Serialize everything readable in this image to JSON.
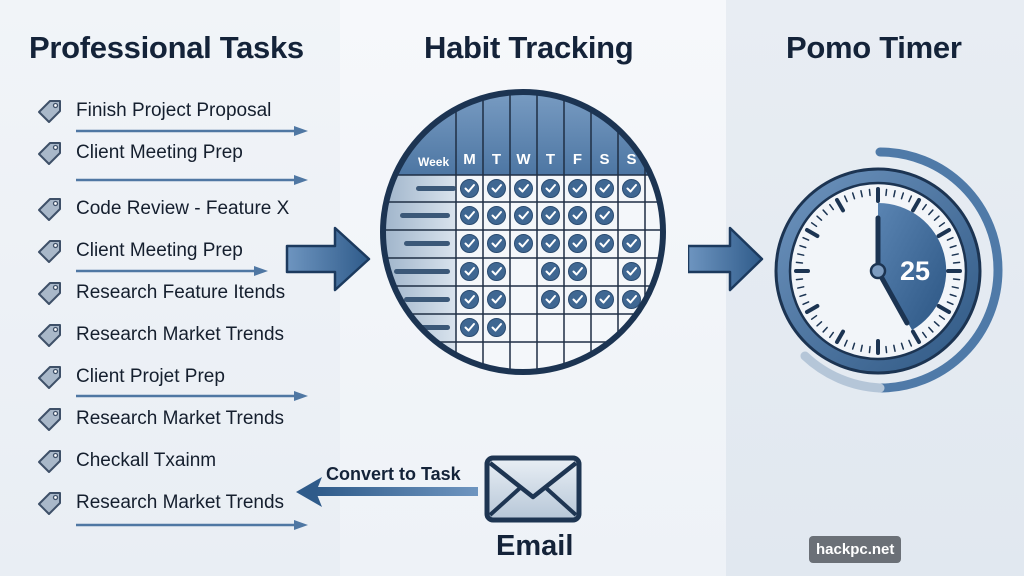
{
  "headings": {
    "tasks": "Professional Tasks",
    "habits": "Habit Tracking",
    "timer": "Pomo Timer"
  },
  "tasks": [
    {
      "label": "Finish Project Proposal",
      "icon": "tag-icon",
      "arrow_below": true,
      "arrow_length": "long"
    },
    {
      "label": "Client Meeting Prep",
      "icon": "tag-icon",
      "arrow_below": true,
      "arrow_length": "long"
    },
    {
      "label": "Code Review - Feature X",
      "icon": "tag-icon",
      "arrow_below": false
    },
    {
      "label": "Client Meeting Prep",
      "icon": "tag-icon",
      "arrow_below": true,
      "arrow_length": "short"
    },
    {
      "label": "Research Feature Itends",
      "icon": "tag-icon",
      "arrow_below": false
    },
    {
      "label": "Research Market Trends",
      "icon": "tag-icon",
      "arrow_below": false
    },
    {
      "label": "Client Projet Prep",
      "icon": "tag-icon",
      "arrow_below": true,
      "arrow_length": "long"
    },
    {
      "label": "Research Market Trends",
      "icon": "tag-icon",
      "arrow_below": false
    },
    {
      "label": "Checkall Txainm",
      "icon": "tag-icon",
      "arrow_below": false
    },
    {
      "label": "Research Market Trends",
      "icon": "tag-icon",
      "arrow_below": true,
      "arrow_length": "long"
    }
  ],
  "habit_grid": {
    "corner_label": "Week",
    "days": [
      "M",
      "T",
      "W",
      "T",
      "F",
      "S",
      "S"
    ],
    "rows": [
      [
        1,
        1,
        1,
        1,
        1,
        1,
        1
      ],
      [
        1,
        1,
        1,
        1,
        1,
        1,
        0
      ],
      [
        1,
        1,
        1,
        1,
        1,
        1,
        1
      ],
      [
        1,
        1,
        0,
        1,
        1,
        0,
        1
      ],
      [
        1,
        1,
        0,
        1,
        1,
        1,
        1
      ],
      [
        1,
        1,
        0,
        0,
        0,
        0,
        0
      ],
      [
        0,
        0,
        0,
        0,
        0,
        0,
        0
      ]
    ]
  },
  "timer": {
    "value": "25",
    "unit_hint": "minutes"
  },
  "email": {
    "label": "Email",
    "action_label": "Convert to Task",
    "icon": "envelope-icon"
  },
  "watermark": "hackpc.net",
  "colors": {
    "primary": "#2f5b8a",
    "primary_light": "#5b84b1",
    "dark": "#16304f",
    "text": "#142339",
    "tag_fill": "#a9b8c9"
  }
}
